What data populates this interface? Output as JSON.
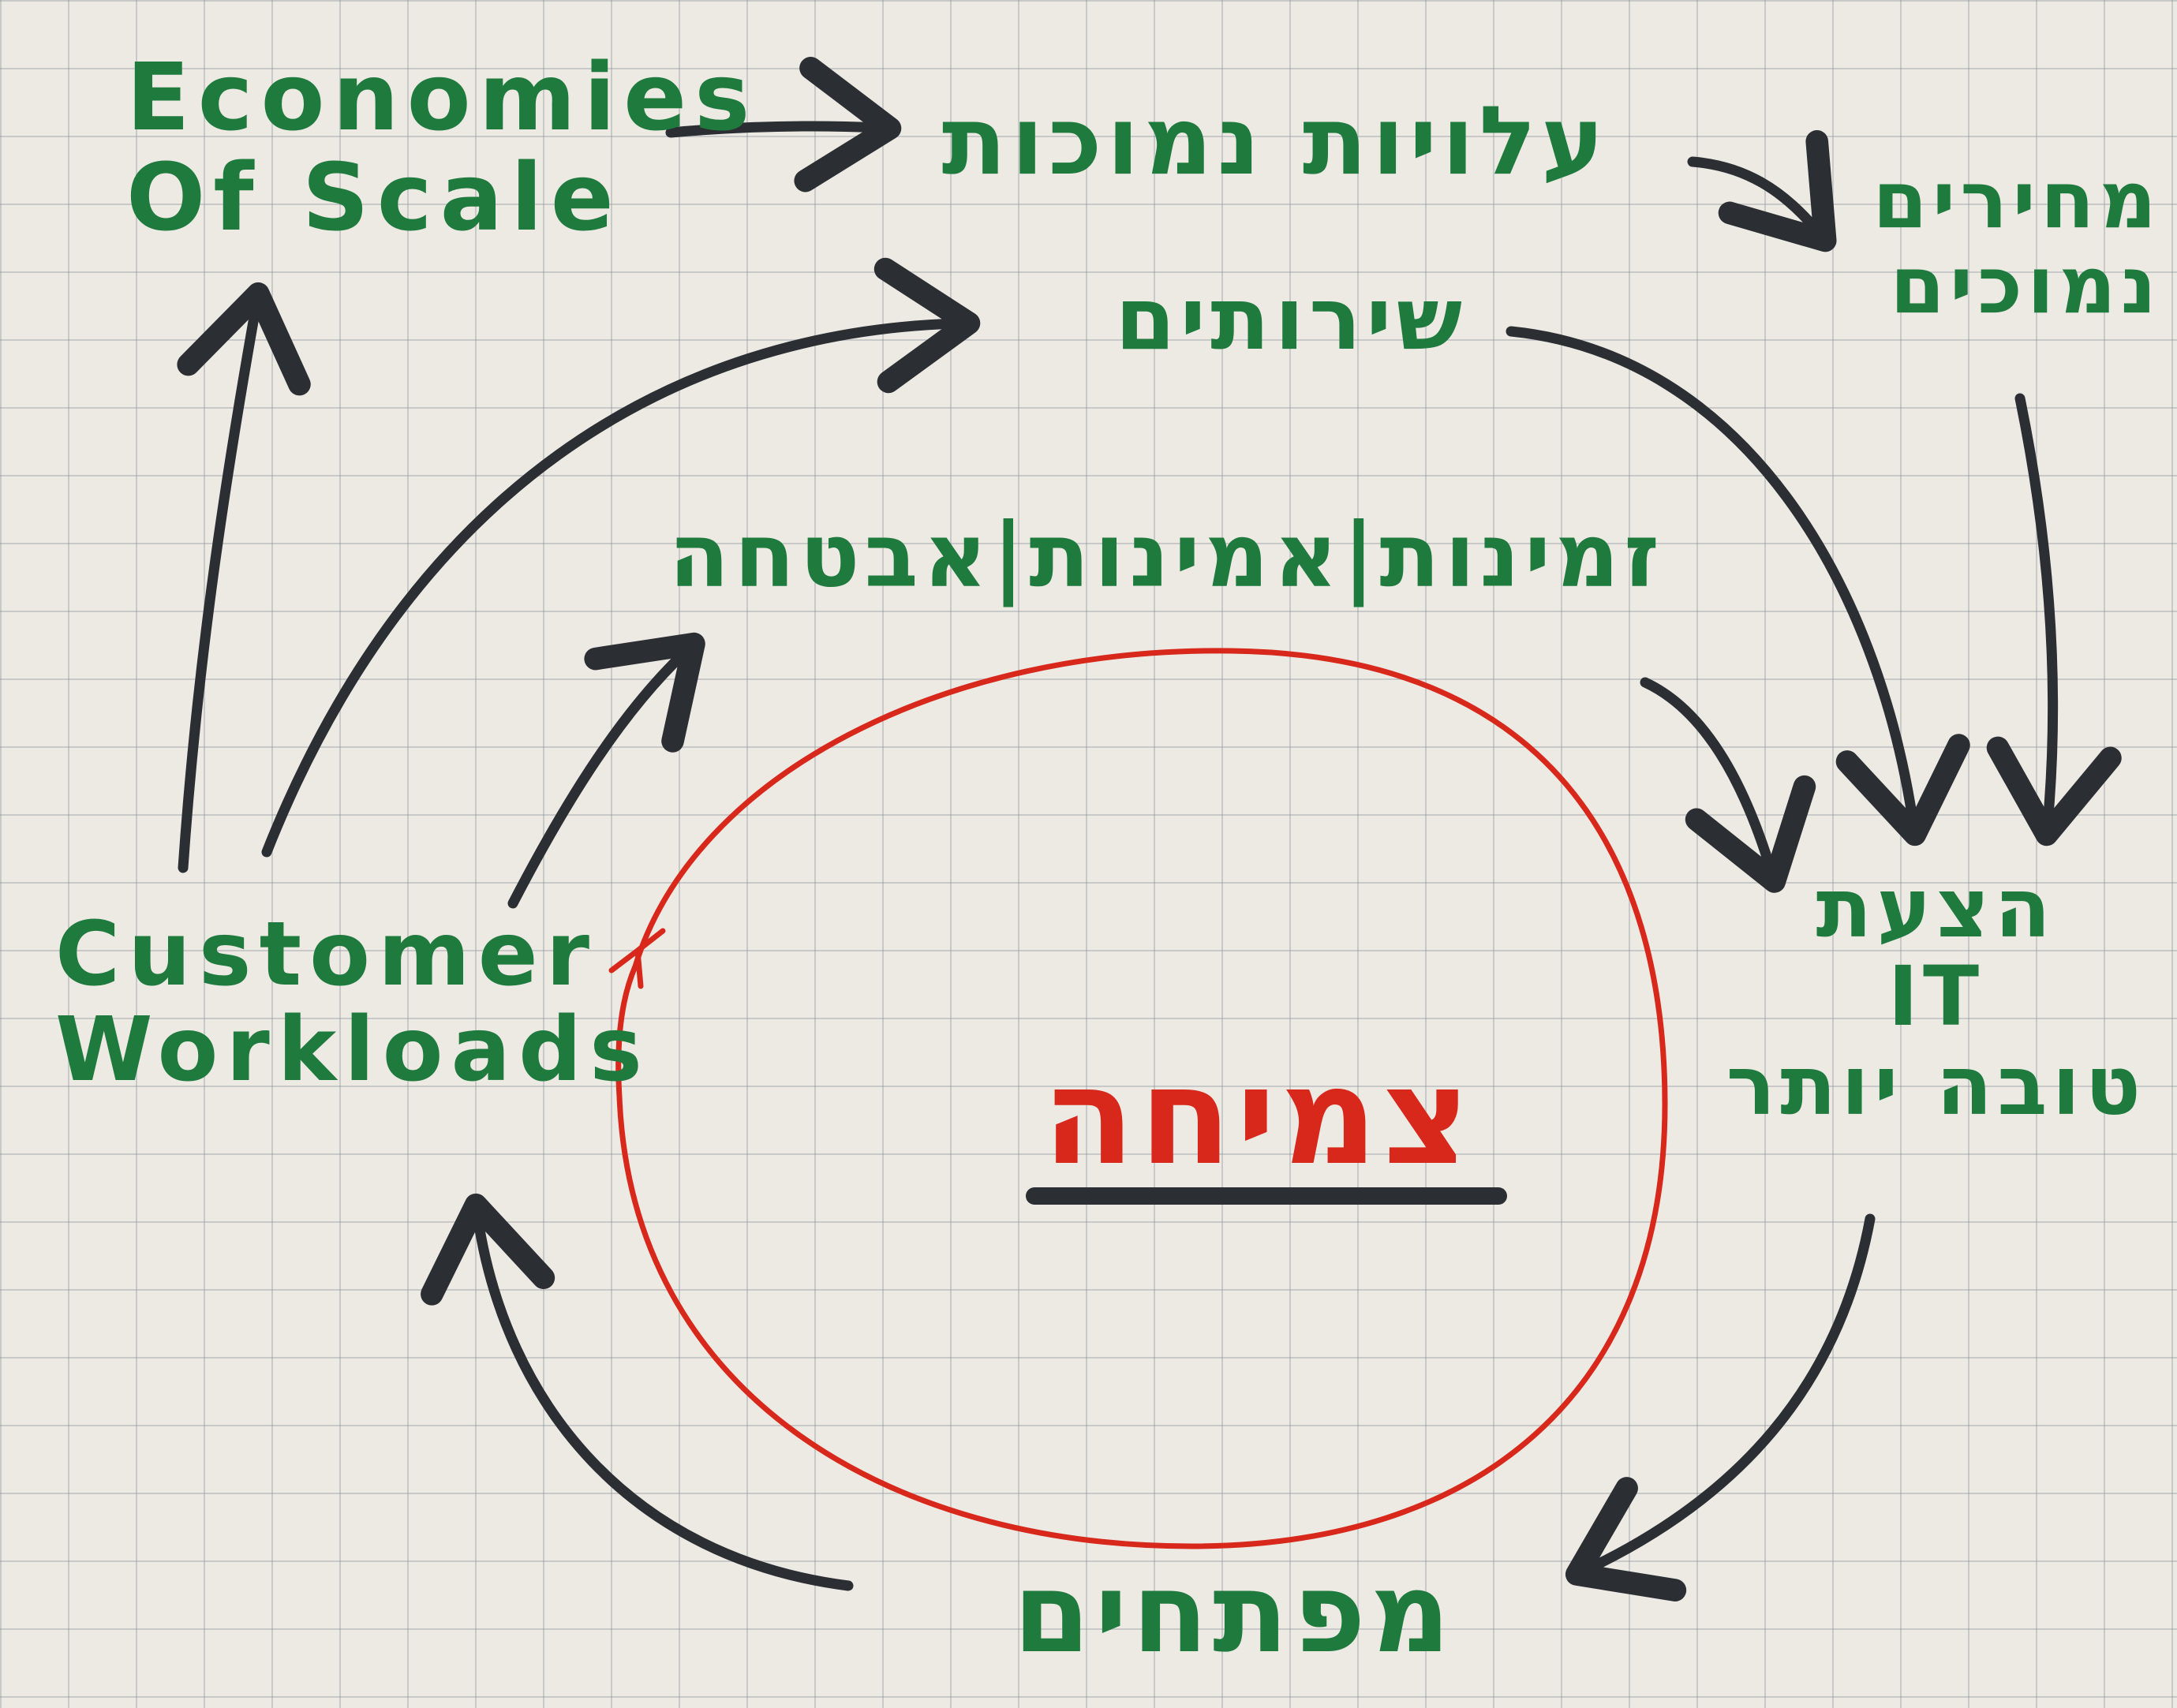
{
  "nodes": {
    "economies_of_scale": "Economies\nOf Scale",
    "customer_workloads": "Customer\nWorkloads",
    "lower_costs": "עלויות נמוכות",
    "lower_prices": "מחירים\nנמוכים",
    "services": "שירותים",
    "availability_security": "זמינות|אמינות|אבטחה",
    "better_it_offering": "הצעת\nIT\nטובה יותר",
    "developers": "מפתחים",
    "growth": "צמיחה"
  },
  "colors": {
    "node_text": "#1f7a3e",
    "arrows": "#2b2e33",
    "growth_circle": "#d8281c",
    "growth_text": "#d8281c",
    "paper": "#eceae3",
    "grid": "#8c96a0"
  },
  "edges": [
    {
      "from": "economies_of_scale",
      "to": "lower_costs"
    },
    {
      "from": "lower_costs",
      "to": "lower_prices"
    },
    {
      "from": "lower_prices",
      "to": "better_it_offering"
    },
    {
      "from": "services",
      "to": "better_it_offering"
    },
    {
      "from": "availability_security",
      "to": "better_it_offering"
    },
    {
      "from": "better_it_offering",
      "to": "developers"
    },
    {
      "from": "developers",
      "to": "customer_workloads"
    },
    {
      "from": "customer_workloads",
      "to": "economies_of_scale"
    },
    {
      "from": "customer_workloads",
      "to": "services"
    },
    {
      "from": "customer_workloads",
      "to": "availability_security"
    },
    {
      "from": "growth_cycle",
      "to": "customer_workloads"
    }
  ]
}
